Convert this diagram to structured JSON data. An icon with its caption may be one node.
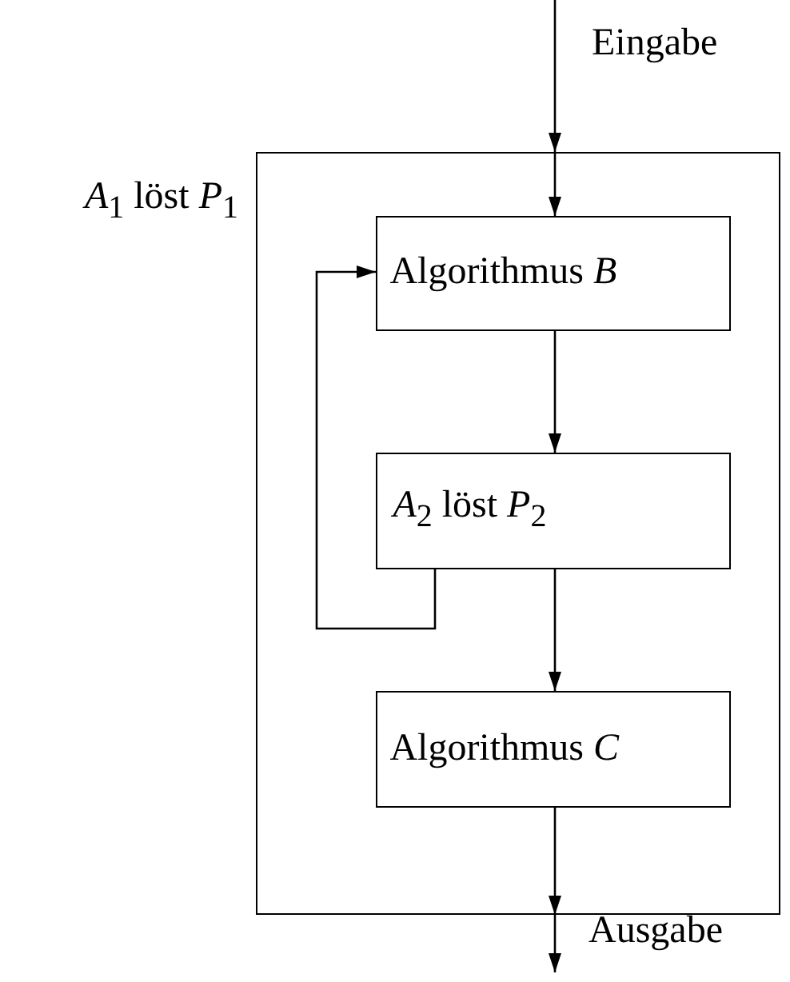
{
  "diagram": {
    "nodes": [
      {
        "text": [
          "*A*$_{1}$ löst *P*$_{1}$"
        ]
      },
      {
        "text": [
          "Algorithmus *B*"
        ],
        "in": 0
      },
      {
        "text": [
          "*A*$_{2}$ löst *P*$_{2}$"
        ],
        "in": 0
      },
      {
        "text": [
          "Algorithmus *C*"
        ],
        "in": 0
      }
    ],
    "edges": [
      {
        "from": null,
        "to": 0,
        "arrow": "to",
        "label": "Eingabe"
      },
      {
        "from": 0,
        "to": 1,
        "arrow": "to"
      },
      {
        "from": 1,
        "to": 2,
        "arrow": "to"
      },
      {
        "from": 2,
        "to": 1,
        "arrow": "to"
      },
      {
        "from": 2,
        "to": 3,
        "arrow": "to"
      },
      {
        "from": 3,
        "to": 0,
        "arrow": "to"
      },
      {
        "from": 0,
        "to": null,
        "arrow": "to",
        "label": "Ausgabe"
      }
    ]
  }
}
